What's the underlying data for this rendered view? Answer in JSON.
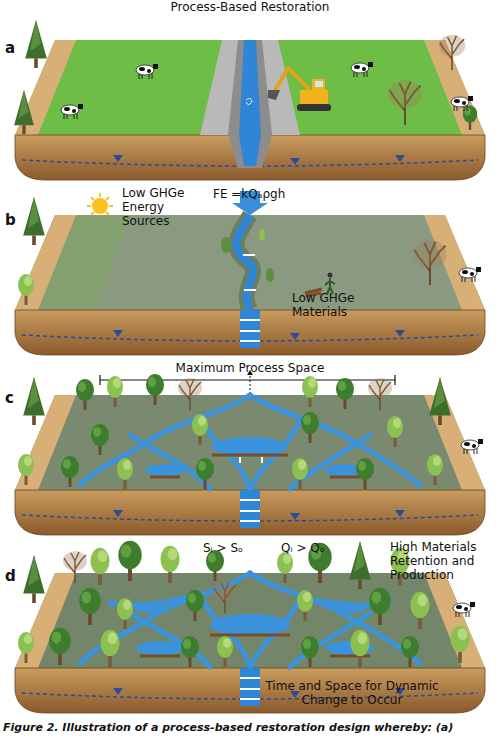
{
  "diagram": {
    "title": "Process-Based Restoration",
    "caption": "Figure 2. Illustration of a process-based restoration design whereby: (a)",
    "labels": [
      "a",
      "b",
      "c",
      "d",
      "Low GHGe Energy Sources",
      "FE =kQₐρgh",
      "Low GHGe Materials",
      "Maximum Process Space",
      "Sᵢ > Sₒ",
      "Qᵢ > Qₒ",
      "High Materials Retention and Production",
      "Time and Space for Dynamic Change to Occur"
    ]
  }
}
